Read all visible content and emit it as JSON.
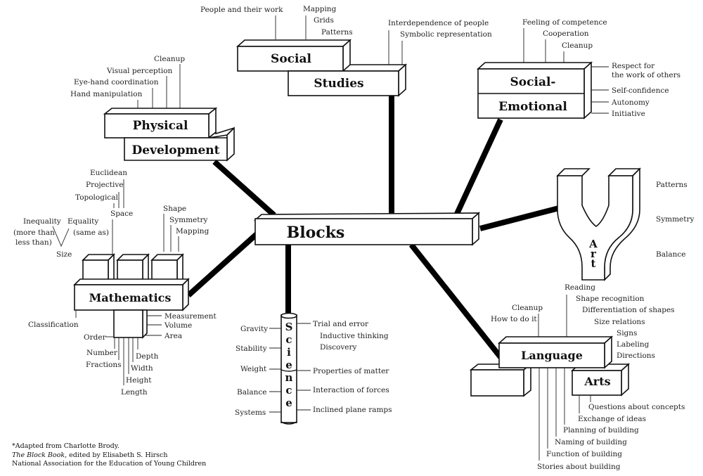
{
  "center": {
    "label": "Blocks"
  },
  "social_studies": {
    "title_line1": "Social",
    "title_line2": "Studies",
    "items": [
      "People and their work",
      "Mapping",
      "Grids",
      "Patterns",
      "Interdependence of people",
      "Symbolic representation"
    ]
  },
  "social_emotional": {
    "title_line1": "Social-",
    "title_line2": "Emotional",
    "top_items": [
      "Feeling of competence",
      "Cooperation",
      "Cleanup"
    ],
    "side_items": [
      "Respect for",
      "the work of others",
      "Self-confidence",
      "Autonomy",
      "Initiative"
    ]
  },
  "physical": {
    "title_line1": "Physical",
    "title_line2": "Development",
    "items": [
      "Cleanup",
      "Visual perception",
      "Eye-hand coordination",
      "Hand manipulation"
    ]
  },
  "art": {
    "title": [
      "A",
      "r",
      "t"
    ],
    "items": [
      "Patterns",
      "Symmetry",
      "Balance"
    ]
  },
  "mathematics": {
    "title": "Mathematics",
    "space": {
      "label": "Space",
      "items": [
        "Euclidean",
        "Projective",
        "Topological"
      ]
    },
    "size": {
      "label": "Size",
      "inequality": [
        "Inequality",
        "(more than",
        "less than)"
      ],
      "equality": [
        "Equality",
        "(same as)"
      ]
    },
    "shape_items": [
      "Shape",
      "Symmetry",
      "Mapping"
    ],
    "classification": "Classification",
    "right_items": [
      "Measurement",
      "Volume",
      "Area"
    ],
    "order": "Order",
    "bottom_items": [
      "Number",
      "Fractions",
      "Depth",
      "Width",
      "Height",
      "Length"
    ]
  },
  "science": {
    "title": [
      "S",
      "c",
      "i",
      "e",
      "n",
      "c",
      "e"
    ],
    "left_items": [
      "Gravity",
      "Stability",
      "Weight",
      "Balance",
      "Systems"
    ],
    "right_items": [
      "Trial and error",
      "Inductive thinking",
      "Discovery",
      "Properties of matter",
      "Interaction of forces",
      "Inclined plane ramps"
    ]
  },
  "language_arts": {
    "title_line1": "Language",
    "title_line2": "Arts",
    "top_left_items": [
      "Cleanup",
      "How to do it"
    ],
    "top_right_items": [
      "Reading",
      "Shape recognition",
      "Differentiation of shapes",
      "Size relations",
      "Signs",
      "Labeling",
      "Directions"
    ],
    "bottom_items": [
      "Questions about concepts",
      "Exchange of ideas",
      "Planning of building",
      "Naming of building",
      "Function of building",
      "Stories about building"
    ]
  },
  "footnote": {
    "line1": "*Adapted from Charlotte Brody.",
    "line2_title": "The Block Book",
    "line2_rest": ", edited by Elisabeth S. Hirsch",
    "line3": "National Association for the Education of Young Children"
  }
}
